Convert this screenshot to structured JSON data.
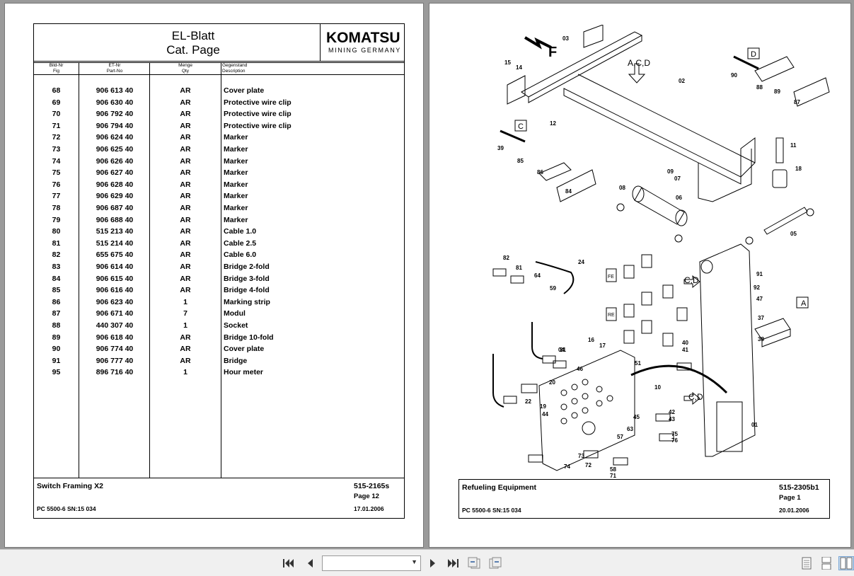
{
  "left_page": {
    "title_line1": "EL-Blatt",
    "title_line2": "Cat. Page",
    "logo_main": "KOMATSU",
    "logo_sub": "MINING GERMANY",
    "columns": {
      "fig_de": "Bild-Nr",
      "fig_en": "Fig",
      "part_de": "ET-Nr",
      "part_en": "Part-No",
      "qty_de": "Menge",
      "qty_en": "Qty",
      "desc_de": "Gegenstand",
      "desc_en": "Description"
    },
    "rows": [
      {
        "fig": "68",
        "part": "906 613 40",
        "qty": "AR",
        "desc": "Cover plate"
      },
      {
        "fig": "69",
        "part": "906 630 40",
        "qty": "AR",
        "desc": "Protective wire clip"
      },
      {
        "fig": "70",
        "part": "906 792 40",
        "qty": "AR",
        "desc": "Protective wire clip"
      },
      {
        "fig": "71",
        "part": "906 794 40",
        "qty": "AR",
        "desc": "Protective wire clip"
      },
      {
        "fig": "72",
        "part": "906 624 40",
        "qty": "AR",
        "desc": "Marker"
      },
      {
        "fig": "73",
        "part": "906 625 40",
        "qty": "AR",
        "desc": "Marker"
      },
      {
        "fig": "74",
        "part": "906 626 40",
        "qty": "AR",
        "desc": "Marker"
      },
      {
        "fig": "75",
        "part": "906 627 40",
        "qty": "AR",
        "desc": "Marker"
      },
      {
        "fig": "76",
        "part": "906 628 40",
        "qty": "AR",
        "desc": "Marker"
      },
      {
        "fig": "77",
        "part": "906 629 40",
        "qty": "AR",
        "desc": "Marker"
      },
      {
        "fig": "78",
        "part": "906 687 40",
        "qty": "AR",
        "desc": "Marker"
      },
      {
        "fig": "79",
        "part": "906 688 40",
        "qty": "AR",
        "desc": "Marker"
      },
      {
        "fig": "80",
        "part": "515 213 40",
        "qty": "AR",
        "desc": "Cable 1.0"
      },
      {
        "fig": "81",
        "part": "515 214 40",
        "qty": "AR",
        "desc": "Cable 2.5"
      },
      {
        "fig": "82",
        "part": "655 675 40",
        "qty": "AR",
        "desc": "Cable 6.0"
      },
      {
        "fig": "83",
        "part": "906 614 40",
        "qty": "AR",
        "desc": "Bridge 2-fold"
      },
      {
        "fig": "84",
        "part": "906 615 40",
        "qty": "AR",
        "desc": "Bridge 3-fold"
      },
      {
        "fig": "85",
        "part": "906 616 40",
        "qty": "AR",
        "desc": "Bridge 4-fold"
      },
      {
        "fig": "86",
        "part": "906 623 40",
        "qty": "1",
        "desc": "Marking strip"
      },
      {
        "fig": "87",
        "part": "906 671 40",
        "qty": "7",
        "desc": "Modul"
      },
      {
        "fig": "88",
        "part": "440 307 40",
        "qty": "1",
        "desc": "Socket"
      },
      {
        "fig": "89",
        "part": "906 618 40",
        "qty": "AR",
        "desc": "Bridge 10-fold"
      },
      {
        "fig": "90",
        "part": "906 774 40",
        "qty": "AR",
        "desc": "Cover plate"
      },
      {
        "fig": "91",
        "part": "906 777 40",
        "qty": "AR",
        "desc": "Bridge"
      },
      {
        "fig": "95",
        "part": "896 716 40",
        "qty": "1",
        "desc": "Hour meter"
      }
    ],
    "footer": {
      "name": "Switch Framing X2",
      "doc_no": "515-2165s",
      "page": "Page 12",
      "machine": "PC 5500-6 SN:15 034",
      "date": "17.01.2006"
    }
  },
  "right_page": {
    "footer": {
      "name": "Refueling Equipment",
      "doc_no": "515-2305b1",
      "page": "Page 1",
      "machine": "PC 5500-6 SN:15 034",
      "date": "20.01.2006"
    },
    "callouts": [
      "01",
      "02",
      "03",
      "04",
      "05",
      "06",
      "07",
      "08",
      "09",
      "10",
      "11",
      "12",
      "14",
      "15",
      "16",
      "17",
      "18",
      "19",
      "20",
      "21",
      "22",
      "24",
      "37",
      "38",
      "39",
      "40",
      "41",
      "42",
      "43",
      "44",
      "45",
      "46",
      "47",
      "51",
      "57",
      "58",
      "59",
      "63",
      "64",
      "71",
      "72",
      "73",
      "74",
      "75",
      "76",
      "81",
      "82",
      "84",
      "85",
      "86",
      "87",
      "88",
      "89",
      "90",
      "91",
      "92"
    ],
    "view_labels": [
      "A",
      "C",
      "D",
      "F",
      "A,C,D",
      "C,D",
      "C,D"
    ],
    "marker_labels": [
      "FE",
      "RE"
    ]
  },
  "toolbar": {
    "page_select_value": ""
  }
}
